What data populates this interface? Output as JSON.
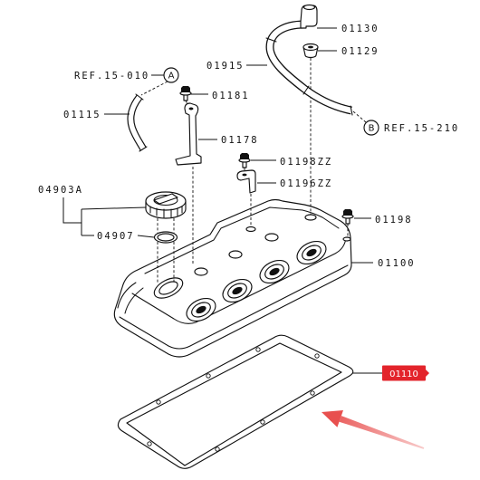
{
  "callouts": {
    "c01130": "01130",
    "c01129": "01129",
    "c01915": "01915",
    "c01181": "01181",
    "c01115": "01115",
    "c01178": "01178",
    "c01198zz": "01198ZZ",
    "c04903a": "04903A",
    "c01196zz": "01196ZZ",
    "c01198": "01198",
    "c04907": "04907",
    "c01100": "01100"
  },
  "references": {
    "a": {
      "marker": "A",
      "text": "REF.15-010"
    },
    "b": {
      "marker": "B",
      "text": "REF.15-210"
    }
  },
  "highlight": {
    "label": "01110"
  },
  "colors": {
    "ink": "#111111",
    "highlight": "#e3242b",
    "highlight_text": "#ffffff",
    "arrow": "#e8504f",
    "background": "#ffffff"
  }
}
